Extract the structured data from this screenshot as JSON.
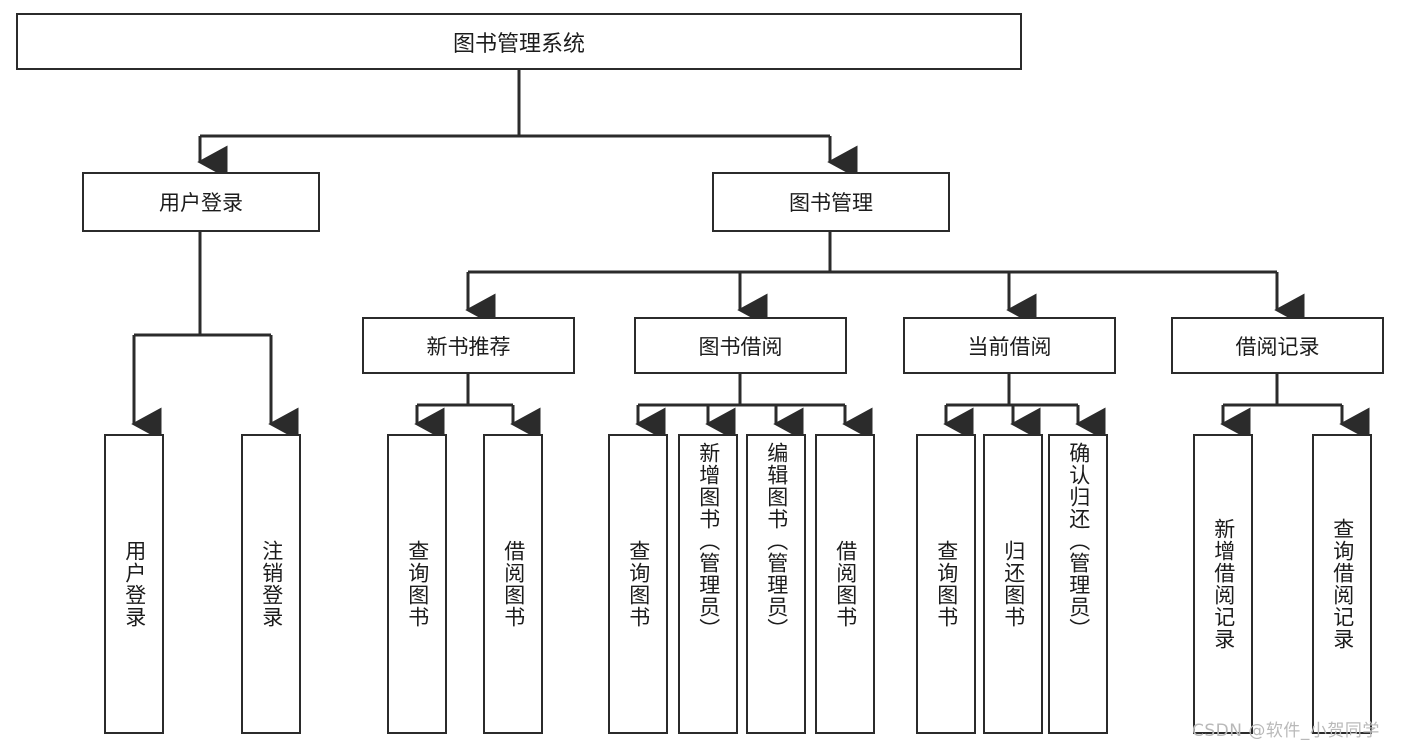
{
  "diagram": {
    "title": "图书管理系统",
    "root": {
      "label": "图书管理系统"
    },
    "level2": [
      {
        "label": "用户登录"
      },
      {
        "label": "图书管理"
      }
    ],
    "level3": [
      {
        "label": "新书推荐"
      },
      {
        "label": "图书借阅"
      },
      {
        "label": "当前借阅"
      },
      {
        "label": "借阅记录"
      }
    ],
    "leaves": {
      "user_login": [
        {
          "label": "用户登录"
        },
        {
          "label": "注销登录"
        }
      ],
      "new_book": [
        {
          "label": "查询图书"
        },
        {
          "label": "借阅图书"
        }
      ],
      "book_borrow": [
        {
          "label": "查询图书"
        },
        {
          "label": "新增图书（管理员）"
        },
        {
          "label": "编辑图书（管理员）"
        },
        {
          "label": "借阅图书"
        }
      ],
      "current_borrow": [
        {
          "label": "查询图书"
        },
        {
          "label": "归还图书"
        },
        {
          "label": "确认归还（管理员）"
        }
      ],
      "borrow_record": [
        {
          "label": "新增借阅记录"
        },
        {
          "label": "查询借阅记录"
        }
      ]
    }
  },
  "watermark": {
    "text": "CSDN @软件_小贺同学"
  },
  "colors": {
    "stroke": "#2b2b2b",
    "fill": "#ffffff",
    "text": "#1c1c1c",
    "watermark": "#b9b9b9"
  }
}
